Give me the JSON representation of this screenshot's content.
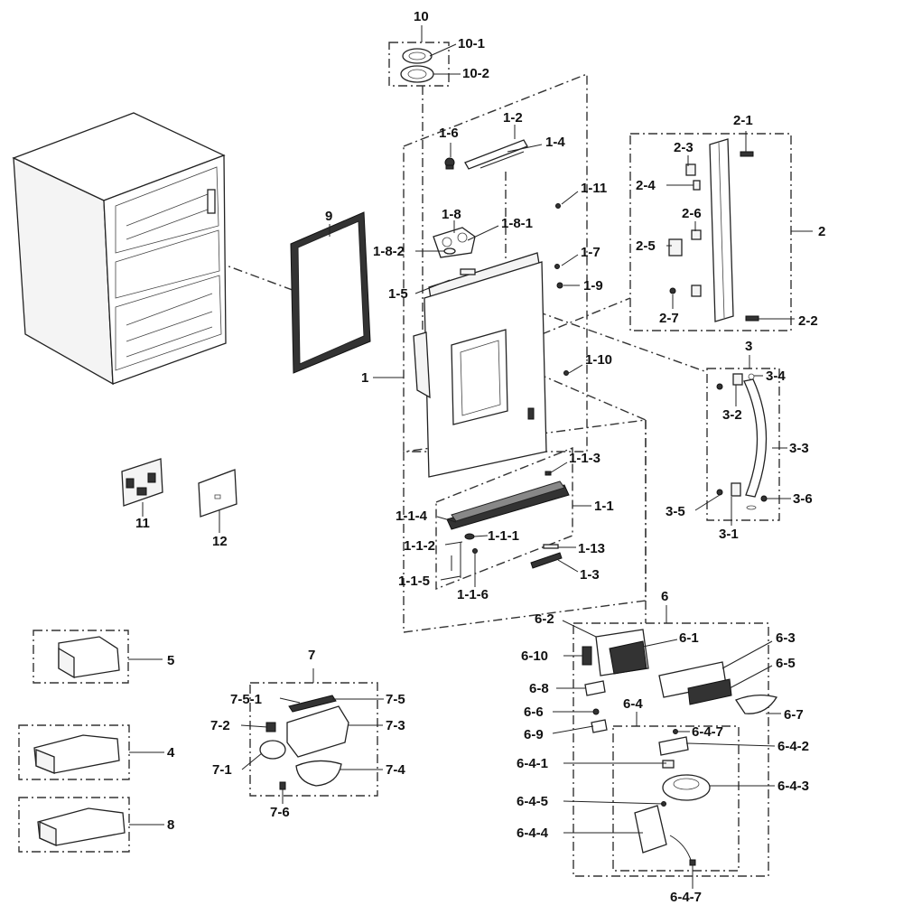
{
  "callouts": [
    {
      "id": "c10",
      "text": "10"
    },
    {
      "id": "c10-1",
      "text": "10-1"
    },
    {
      "id": "c10-2",
      "text": "10-2"
    },
    {
      "id": "c1-6",
      "text": "1-6"
    },
    {
      "id": "c1-2",
      "text": "1-2"
    },
    {
      "id": "c1-4",
      "text": "1-4"
    },
    {
      "id": "c1-11",
      "text": "1-11"
    },
    {
      "id": "c1-8",
      "text": "1-8"
    },
    {
      "id": "c1-8-1",
      "text": "1-8-1"
    },
    {
      "id": "c1-8-2",
      "text": "1-8-2"
    },
    {
      "id": "c1-7",
      "text": "1-7"
    },
    {
      "id": "c1-5",
      "text": "1-5"
    },
    {
      "id": "c1-9",
      "text": "1-9"
    },
    {
      "id": "c1",
      "text": "1"
    },
    {
      "id": "c1-10",
      "text": "1-10"
    },
    {
      "id": "c9",
      "text": "9"
    },
    {
      "id": "c1-1-3",
      "text": "1-1-3"
    },
    {
      "id": "c1-1",
      "text": "1-1"
    },
    {
      "id": "c1-1-4",
      "text": "1-1-4"
    },
    {
      "id": "c1-1-1",
      "text": "1-1-1"
    },
    {
      "id": "c1-1-2",
      "text": "1-1-2"
    },
    {
      "id": "c1-13",
      "text": "1-13"
    },
    {
      "id": "c1-3",
      "text": "1-3"
    },
    {
      "id": "c1-1-5",
      "text": "1-1-5"
    },
    {
      "id": "c1-1-6",
      "text": "1-1-6"
    },
    {
      "id": "c2-1",
      "text": "2-1"
    },
    {
      "id": "c2-3",
      "text": "2-3"
    },
    {
      "id": "c2-4",
      "text": "2-4"
    },
    {
      "id": "c2-6",
      "text": "2-6"
    },
    {
      "id": "c2",
      "text": "2"
    },
    {
      "id": "c2-5",
      "text": "2-5"
    },
    {
      "id": "c2-7",
      "text": "2-7"
    },
    {
      "id": "c2-2",
      "text": "2-2"
    },
    {
      "id": "c3",
      "text": "3"
    },
    {
      "id": "c3-4",
      "text": "3-4"
    },
    {
      "id": "c3-2",
      "text": "3-2"
    },
    {
      "id": "c3-3",
      "text": "3-3"
    },
    {
      "id": "c3-5",
      "text": "3-5"
    },
    {
      "id": "c3-6",
      "text": "3-6"
    },
    {
      "id": "c3-1",
      "text": "3-1"
    },
    {
      "id": "c11",
      "text": "11"
    },
    {
      "id": "c12",
      "text": "12"
    },
    {
      "id": "c5",
      "text": "5"
    },
    {
      "id": "c4",
      "text": "4"
    },
    {
      "id": "c8",
      "text": "8"
    },
    {
      "id": "c7",
      "text": "7"
    },
    {
      "id": "c7-5-1",
      "text": "7-5-1"
    },
    {
      "id": "c7-5",
      "text": "7-5"
    },
    {
      "id": "c7-2",
      "text": "7-2"
    },
    {
      "id": "c7-3",
      "text": "7-3"
    },
    {
      "id": "c7-1",
      "text": "7-1"
    },
    {
      "id": "c7-4",
      "text": "7-4"
    },
    {
      "id": "c7-6",
      "text": "7-6"
    },
    {
      "id": "c6",
      "text": "6"
    },
    {
      "id": "c6-2",
      "text": "6-2"
    },
    {
      "id": "c6-1",
      "text": "6-1"
    },
    {
      "id": "c6-3",
      "text": "6-3"
    },
    {
      "id": "c6-10",
      "text": "6-10"
    },
    {
      "id": "c6-5",
      "text": "6-5"
    },
    {
      "id": "c6-8",
      "text": "6-8"
    },
    {
      "id": "c6-7",
      "text": "6-7"
    },
    {
      "id": "c6-6",
      "text": "6-6"
    },
    {
      "id": "c6-4",
      "text": "6-4"
    },
    {
      "id": "c6-9",
      "text": "6-9"
    },
    {
      "id": "c6-4-7a",
      "text": "6-4-7"
    },
    {
      "id": "c6-4-2",
      "text": "6-4-2"
    },
    {
      "id": "c6-4-1",
      "text": "6-4-1"
    },
    {
      "id": "c6-4-3",
      "text": "6-4-3"
    },
    {
      "id": "c6-4-5",
      "text": "6-4-5"
    },
    {
      "id": "c6-4-4",
      "text": "6-4-4"
    },
    {
      "id": "c6-4-7b",
      "text": "6-4-7"
    }
  ]
}
